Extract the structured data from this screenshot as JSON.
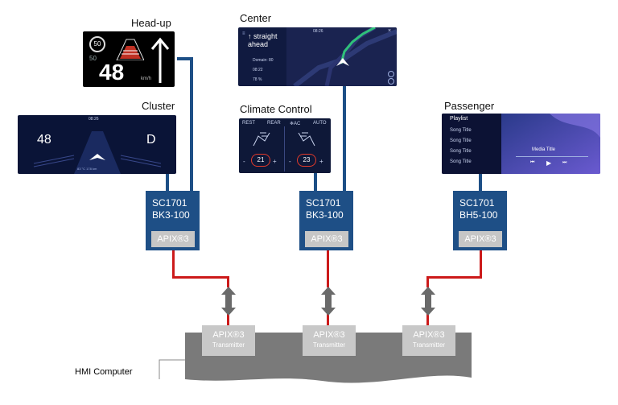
{
  "labels": {
    "headup": "Head-up",
    "center": "Center",
    "cluster": "Cluster",
    "climate": "Climate Control",
    "passenger": "Passenger",
    "hmi": "HMI Computer"
  },
  "headup_screen": {
    "limit": "50",
    "speed": "48",
    "unit": "km/h",
    "small": "50"
  },
  "center_screen": {
    "direction": "straight ahead",
    "time": "08:26",
    "dest_label": "Domain: 80",
    "eta": "08:22",
    "percent": "78 %"
  },
  "cluster_screen": {
    "speed": "48",
    "gear": "D",
    "time": "08:26",
    "range": "83 °C  178 km"
  },
  "climate_screen": {
    "rest": "REST",
    "rear": "REAR",
    "ac": "❄AC",
    "auto": "AUTO",
    "left_temp": "21",
    "right_temp": "23",
    "minus": "-",
    "plus": "+"
  },
  "passenger_screen": {
    "playlist": "Playlist",
    "songs": [
      "Song Title",
      "Song Title",
      "Song Title",
      "Song Title"
    ],
    "media": "Media Title"
  },
  "boards": [
    {
      "model": "SC1701",
      "variant": "BK3-100",
      "chip": "APIX®3"
    },
    {
      "model": "SC1701",
      "variant": "BK3-100",
      "chip": "APIX®3"
    },
    {
      "model": "SC1701",
      "variant": "BH5-100",
      "chip": "APIX®3"
    }
  ],
  "transmitters": [
    {
      "name": "APIX®3",
      "sub": "Transmitter"
    },
    {
      "name": "APIX®3",
      "sub": "Transmitter"
    },
    {
      "name": "APIX®3",
      "sub": "Transmitter"
    }
  ],
  "colors": {
    "board_blue": "#1e4f86",
    "link_red": "#cc1a1a",
    "chip_gray": "#c6c6c6",
    "screen_dark": "#0b1230"
  }
}
